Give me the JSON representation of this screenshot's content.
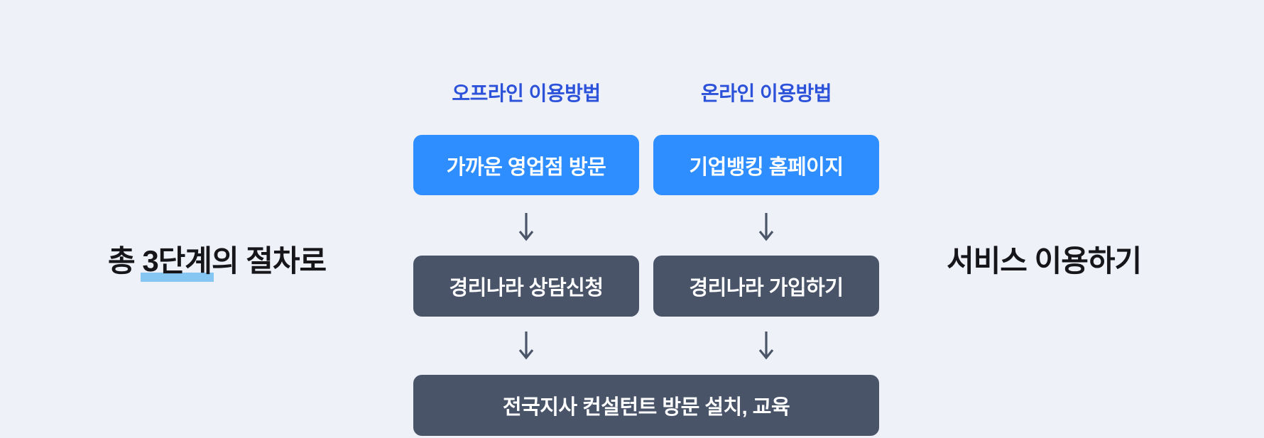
{
  "headline_left": {
    "prefix": "총 ",
    "highlighted": "3단계",
    "suffix": "의 절차로"
  },
  "headline_right": "서비스 이용하기",
  "flow": {
    "columns": [
      {
        "header": "오프라인 이용방법",
        "steps": [
          "가까운 영업점 방문",
          "경리나라 상담신청"
        ]
      },
      {
        "header": "온라인 이용방법",
        "steps": [
          "기업뱅킹 홈페이지",
          "경리나라 가입하기"
        ]
      }
    ],
    "final_step": "전국지사 컨설턴트 방문 설치, 교육"
  },
  "icons": {
    "down_arrow": "↓"
  },
  "colors": {
    "background": "#EEF1F8",
    "primary_blue_box": "#2F8EFF",
    "slate_box": "#495469",
    "column_header_blue": "#2C52DA",
    "headline_text": "#16161A",
    "highlight_marker": "#85C6F3",
    "arrow": "#4A5568",
    "box_text": "#FFFFFF"
  }
}
